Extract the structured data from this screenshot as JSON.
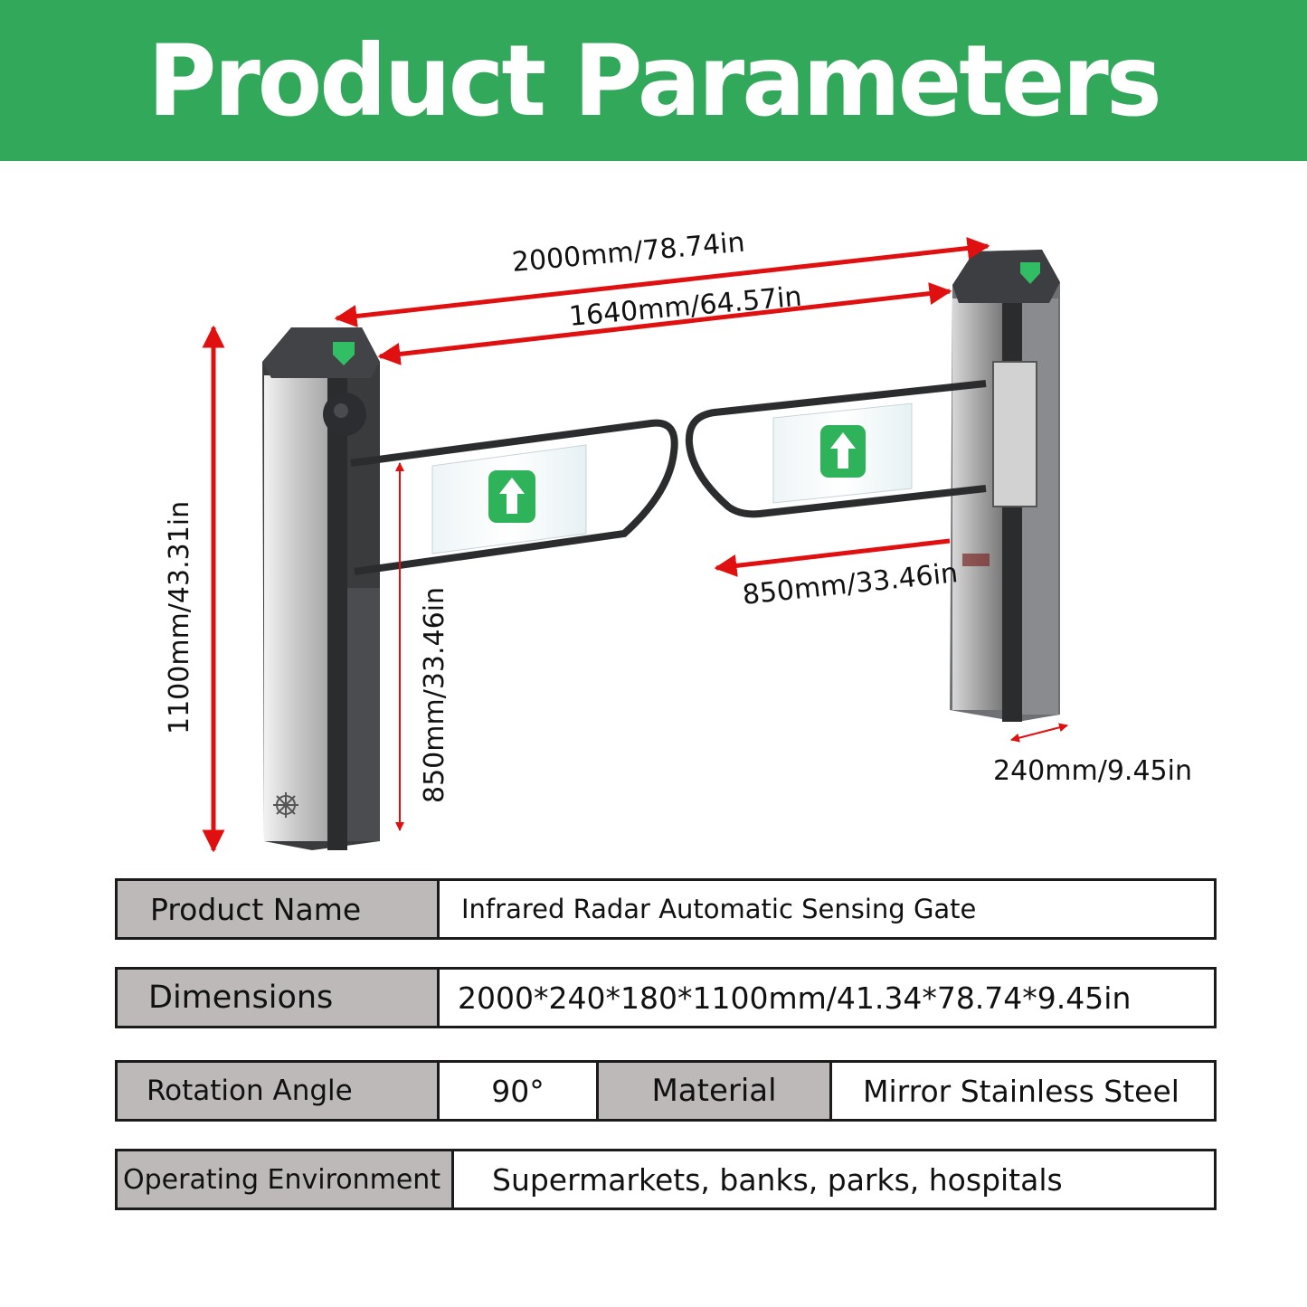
{
  "header": {
    "title": "Product Parameters"
  },
  "dimensions": {
    "overall_width": "2000mm/78.74in",
    "passage_width": "1640mm/64.57in",
    "height": "1100mm/43.31in",
    "arm_height": "850mm/33.46in",
    "arm_length": "850mm/33.46in",
    "cabinet_width": "240mm/9.45in"
  },
  "specs": {
    "product_name_label": "Product Name",
    "product_name_value": "Infrared Radar Automatic Sensing Gate",
    "dimensions_label": "Dimensions",
    "dimensions_value": "2000*240*180*1100mm/41.34*78.74*9.45in",
    "rotation_label": "Rotation Angle",
    "rotation_value": "90°",
    "material_label": "Material",
    "material_value": "Mirror Stainless Steel",
    "environment_label": "Operating Environment",
    "environment_value": "Supermarkets, banks, parks, hospitals"
  },
  "colors": {
    "banner": "#31a85a",
    "dimension_arrow": "#e01010",
    "label_cell": "#bdb9b9",
    "sign_green": "#2fb35a"
  }
}
